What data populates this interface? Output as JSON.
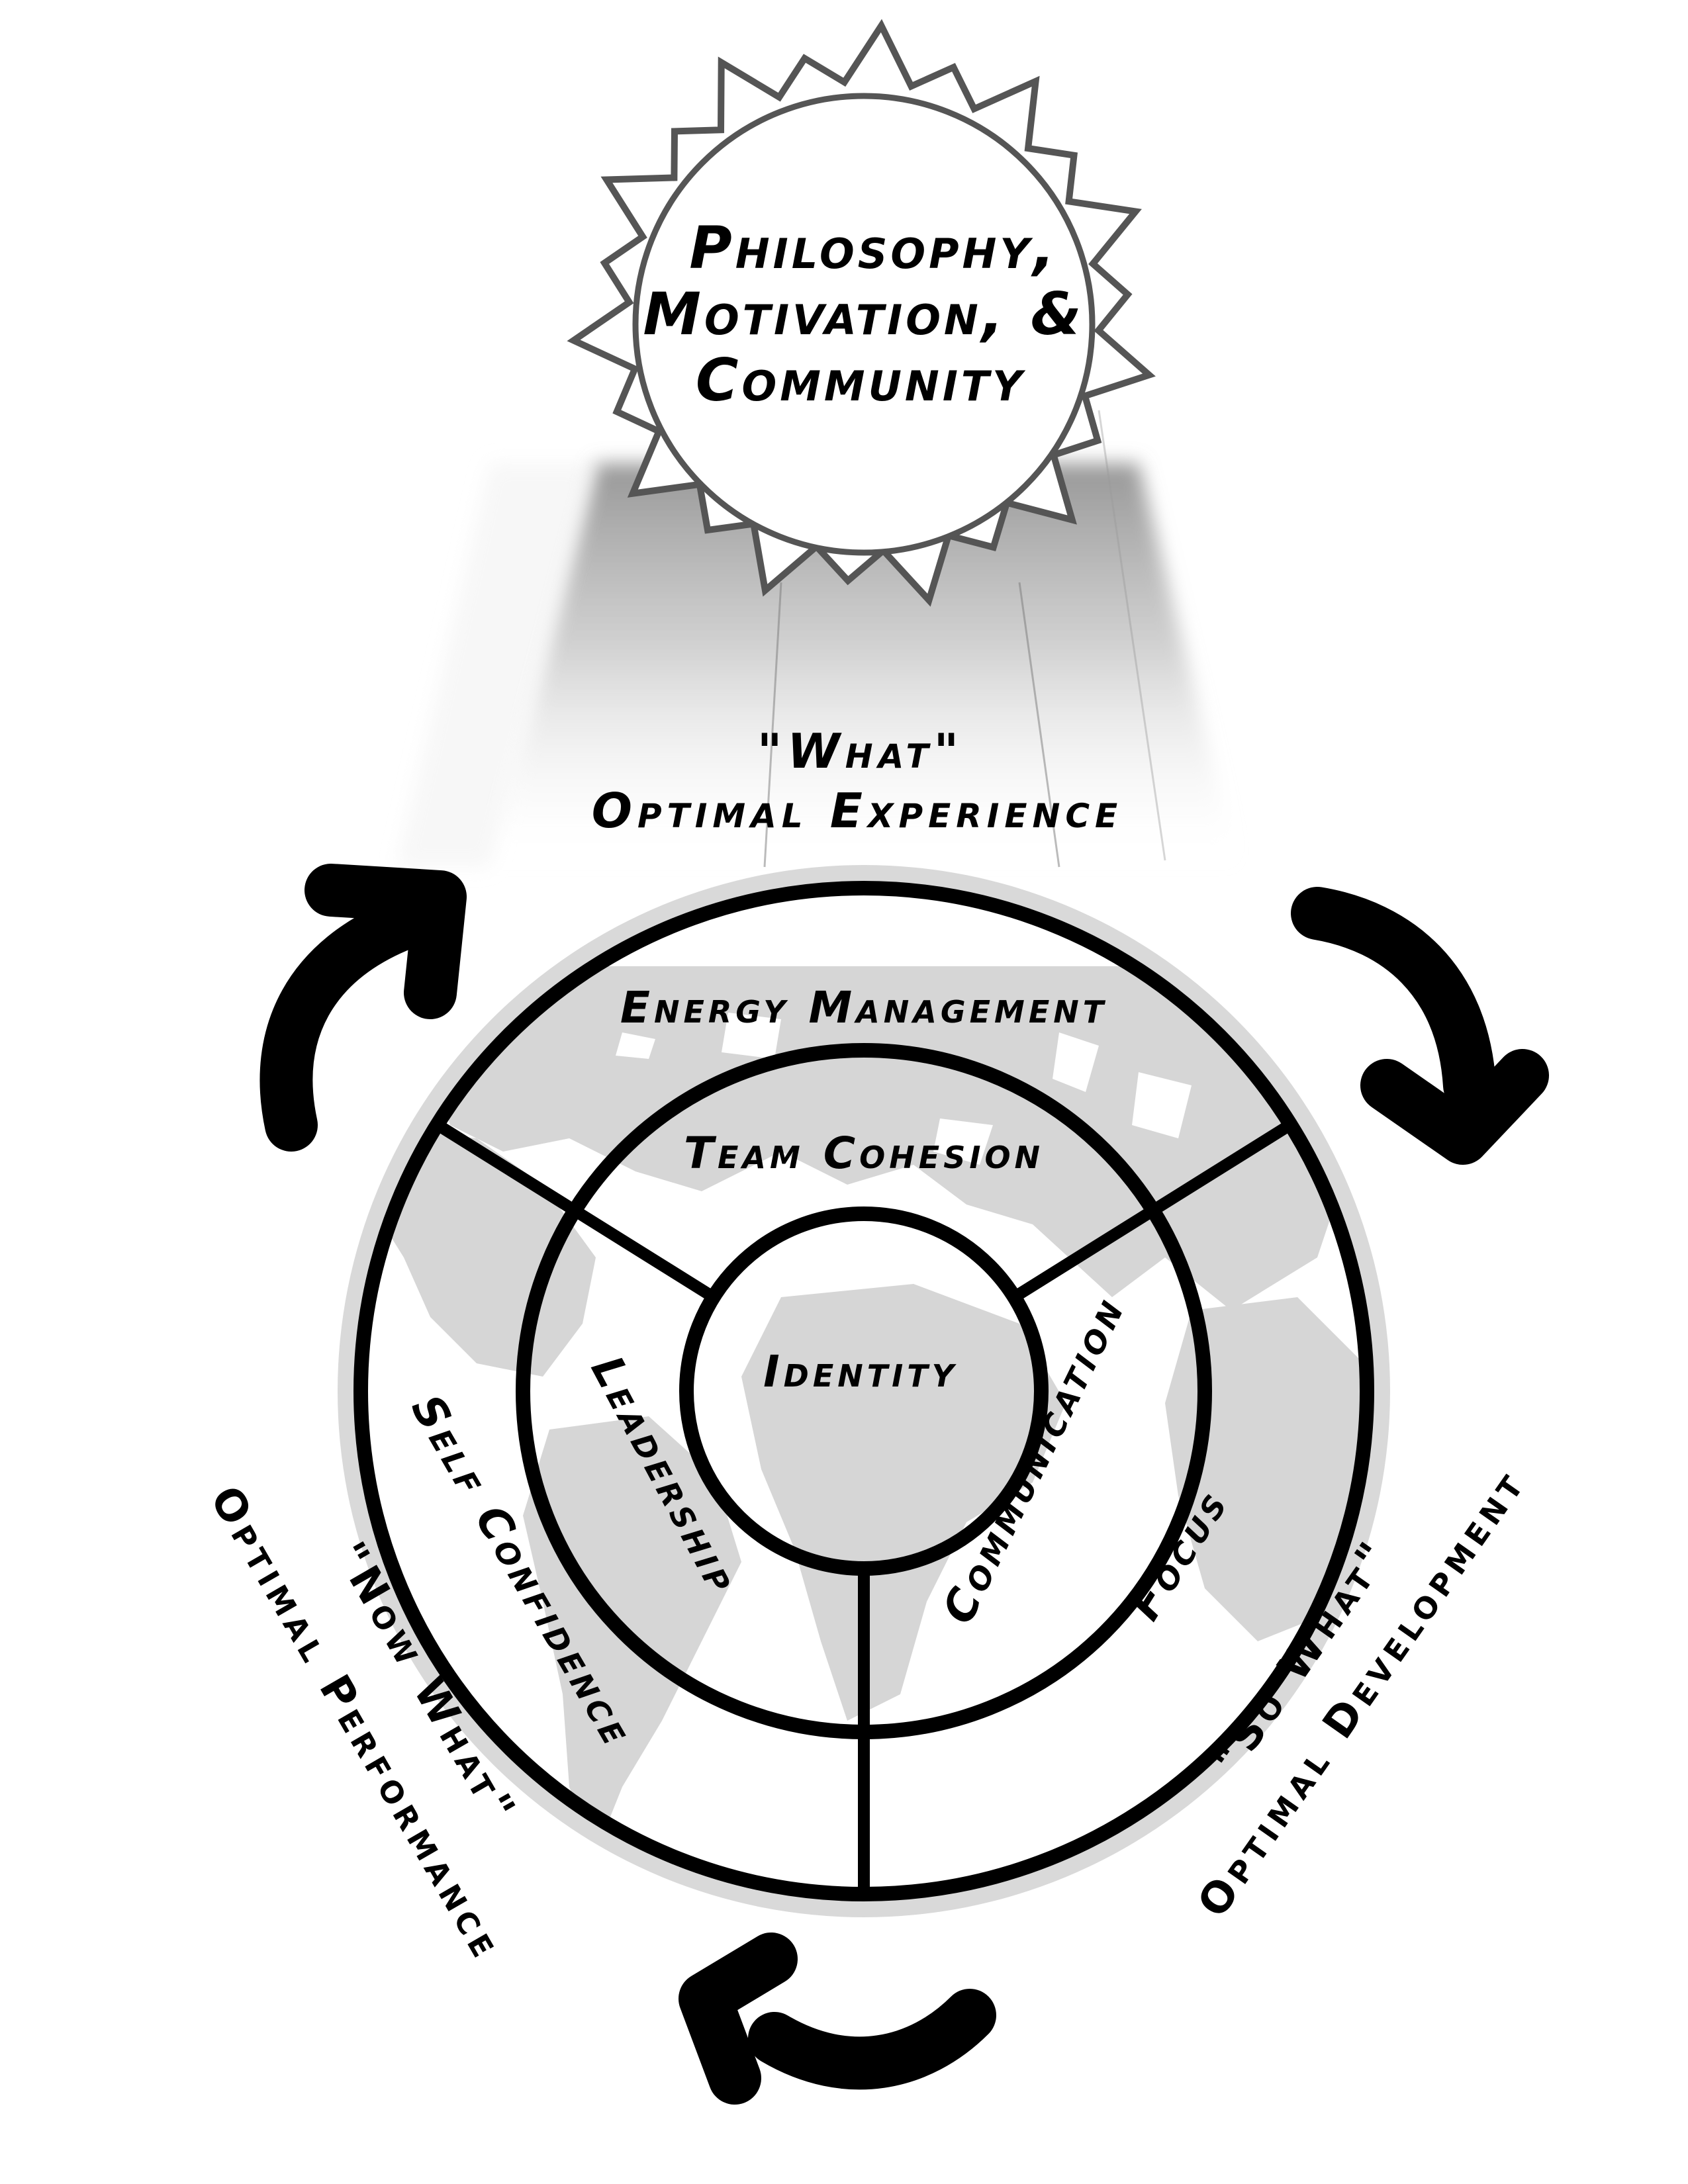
{
  "diagram": {
    "title_sun": {
      "lines": [
        "Philosophy,",
        "Motivation, &",
        "Community"
      ],
      "icon": "sun-icon"
    },
    "top_label": {
      "quote": "\"What\"",
      "subtitle": "Optimal Experience"
    },
    "left_label": {
      "quote": "\"Now What\"",
      "subtitle": "Optimal Performance"
    },
    "right_label": {
      "quote": "\"So What\"",
      "subtitle": "Optimal Development"
    },
    "rings": {
      "core": "Identity",
      "middle": {
        "top": "Team Cohesion",
        "left": "Leadership",
        "right": "Communication"
      },
      "outer": {
        "top": "Energy Management",
        "left": "Self Confidence",
        "right": "Focus"
      }
    },
    "background_icon": "world-map-icon",
    "cycle_arrows": [
      "arrow-clockwise-top-left",
      "arrow-clockwise-top-right",
      "arrow-clockwise-bottom"
    ],
    "colors": {
      "ink": "#000000",
      "halo": "#d9d9d9",
      "map": "#d6d6d6",
      "sun_outline": "#555555",
      "ray": "#9a9a9a"
    }
  }
}
